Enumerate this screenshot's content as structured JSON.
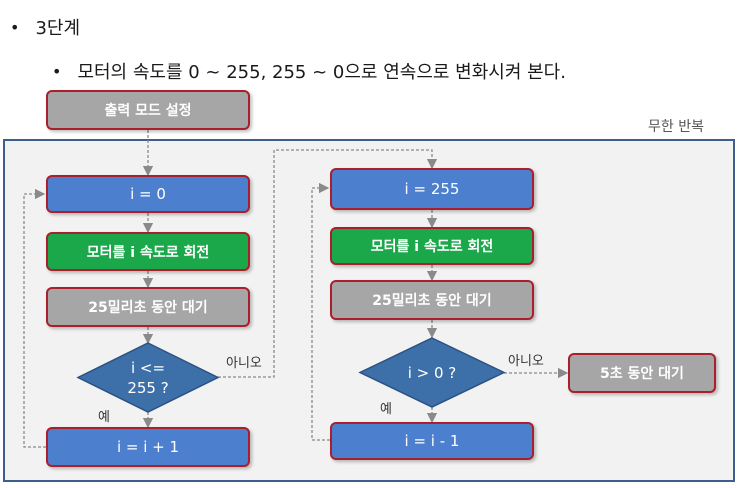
{
  "header": {
    "bullet1": "3단계",
    "bullet2": "모터의 속도를 0 ~ 255, 255 ~ 0으로 연속으로 변화시켜 본다."
  },
  "loop_label": "무한 반복",
  "nodes": {
    "output_mode": "출력 모드 설정",
    "i_zero": "i = 0",
    "rotate_left": "모터를 i 속도로 회전",
    "wait_left": "25밀리초 동안 대기",
    "cond_left_line1": "i <=",
    "cond_left_line2": "255 ?",
    "increment": "i = i + 1",
    "i_255": "i = 255",
    "rotate_right": "모터를 i 속도로 회전",
    "wait_right": "25밀리초 동안 대기",
    "cond_right": "i > 0 ?",
    "decrement": "i = i - 1",
    "wait_5s": "5초 동안 대기"
  },
  "edges": {
    "no_left": "아니오",
    "yes_left": "예",
    "no_right": "아니오",
    "yes_right": "예"
  },
  "colors": {
    "gray_box": "#a6a6a6",
    "blue_box": "#4d7fcf",
    "green_box": "#1aa84a",
    "box_border": "#a8202c",
    "diamond_fill": "#3d6fa8",
    "panel_border": "#3d5f8a"
  }
}
